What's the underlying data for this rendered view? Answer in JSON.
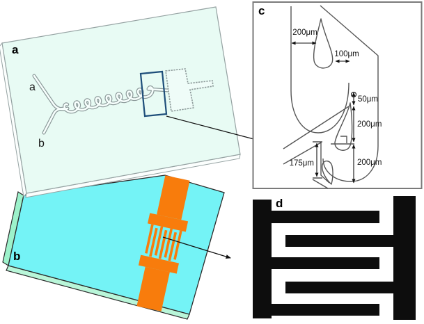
{
  "figure": {
    "panel_a": {
      "label": "a",
      "inlet_top_label": "a",
      "inlet_bottom_label": "b"
    },
    "panel_b": {
      "label": "b"
    },
    "panel_c": {
      "label": "c",
      "dimensions": {
        "obstacle_width": "200μm",
        "side_gap": "100μm",
        "tip_gap": "50μm",
        "upper_obstacle_length": "200μm",
        "lower_wall_length": "175μm",
        "lower_obstacle_length": "200μm"
      }
    },
    "panel_d": {
      "label": "d"
    },
    "colors": {
      "chip_a_fill": "#e8fbf4",
      "chip_b_fill": "#74f3f6",
      "electrode_orange": "#f87c0c",
      "highlight_box_blue": "#1e4e7a",
      "electrode_black": "#0d0d0d"
    }
  }
}
